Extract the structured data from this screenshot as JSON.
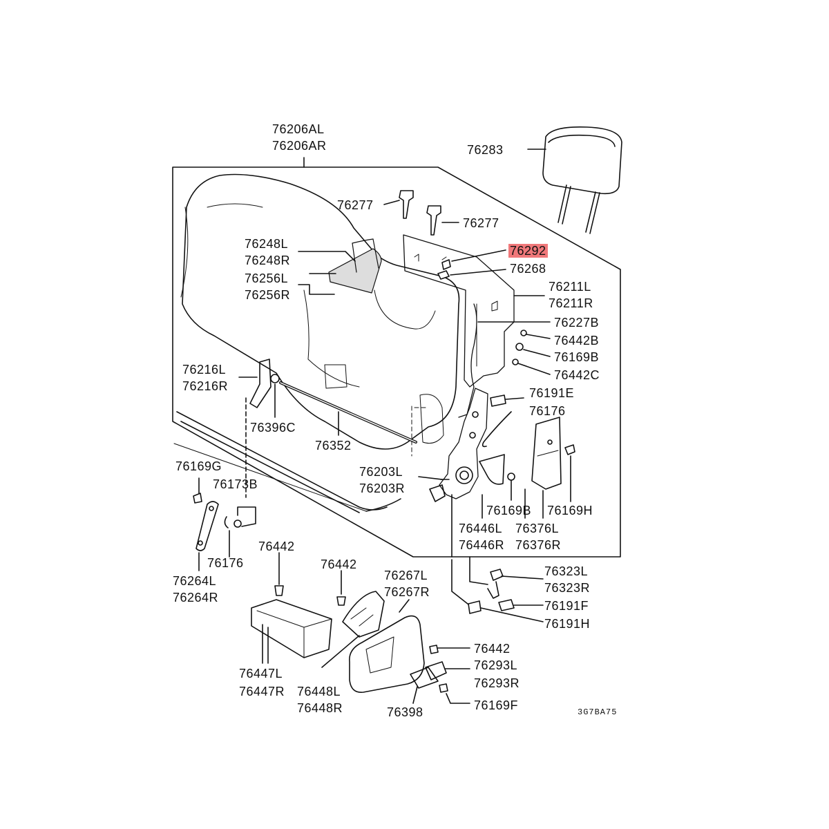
{
  "labels": {
    "l76206a": "76206AL",
    "l76206b": "76206AR",
    "l76283": "76283",
    "l76277a": "76277",
    "l76277b": "76277",
    "l76292": "76292",
    "l76268": "76268",
    "l76248a": "76248L",
    "l76248b": "76248R",
    "l76256a": "76256L",
    "l76256b": "76256R",
    "l76211a": "76211L",
    "l76211b": "76211R",
    "l76227": "76227B",
    "l76442b": "76442B",
    "l76169b": "76169B",
    "l76442c": "76442C",
    "l76216a": "76216L",
    "l76216b": "76216R",
    "l76191e": "76191E",
    "l76176a": "76176",
    "l76396": "76396C",
    "l76352": "76352",
    "l76203a": "76203L",
    "l76203b": "76203R",
    "l76169g": "76169G",
    "l76173": "76173B",
    "l76169b2": "76169B",
    "l76169h": "76169H",
    "l76446a": "76446L",
    "l76446b": "76446R",
    "l76376a": "76376L",
    "l76376b": "76376R",
    "l76442a": "76442",
    "l76176b": "76176",
    "l76264a": "76264L",
    "l76264b": "76264R",
    "l76442d": "76442",
    "l76267a": "76267L",
    "l76267b": "76267R",
    "l76323a": "76323L",
    "l76323b": "76323R",
    "l76191f": "76191F",
    "l76191h": "76191H",
    "l76442e": "76442",
    "l76293a": "76293L",
    "l76293b": "76293R",
    "l76169f": "76169F",
    "l76447a": "76447L",
    "l76447b": "76447R",
    "l76448a": "76448L",
    "l76448b": "76448R",
    "l76398": "76398",
    "drawing_code": "3G7BA75"
  },
  "highlight_color": "#f0787a"
}
